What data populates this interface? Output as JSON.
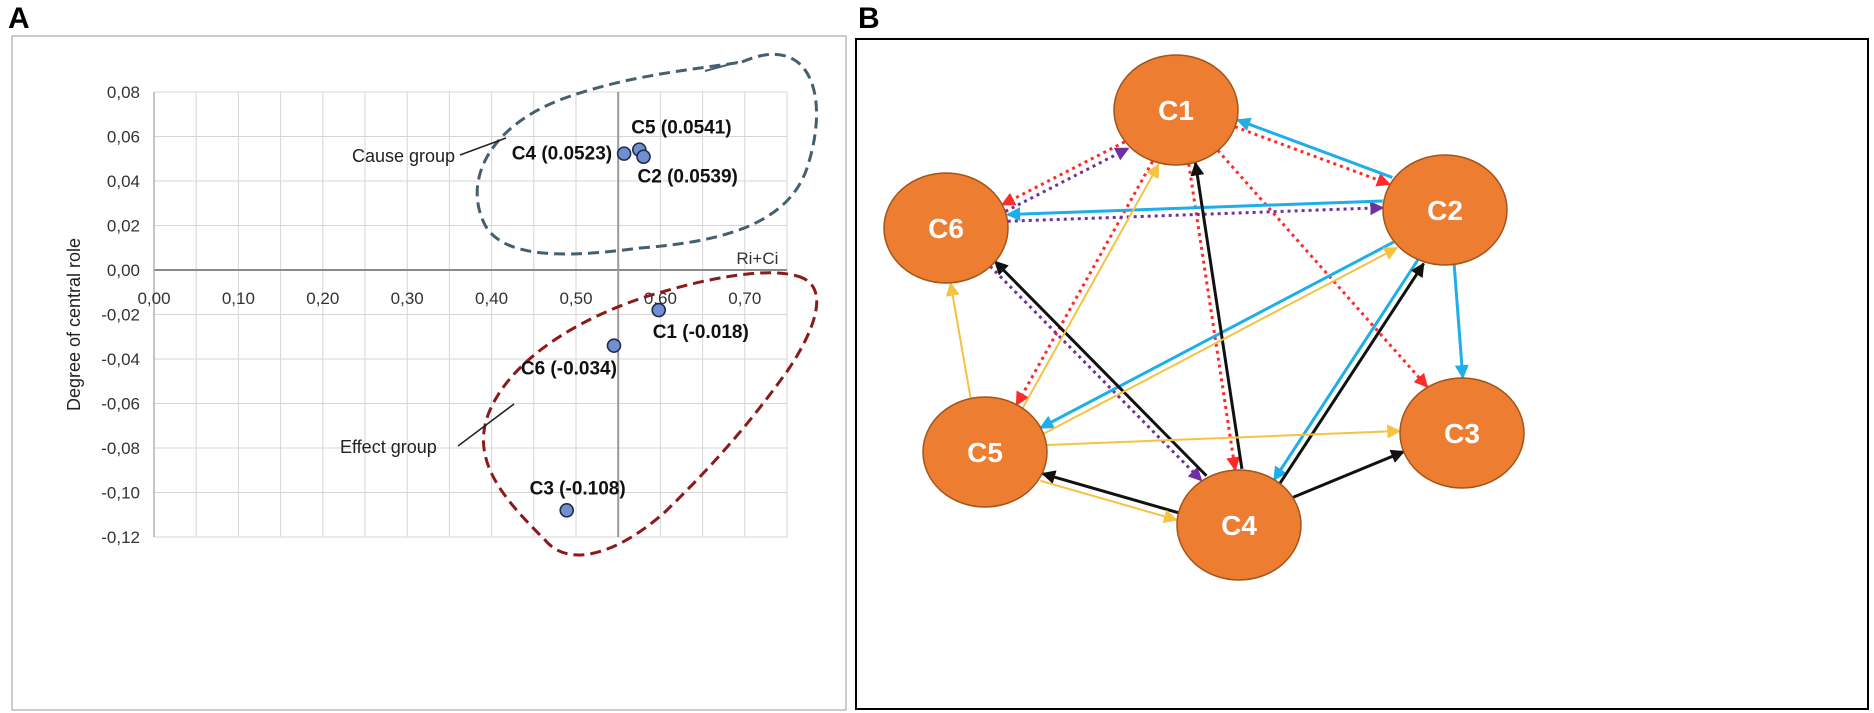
{
  "panels": {
    "a_letter": "A",
    "b_letter": "B"
  },
  "chart_data": [
    {
      "type": "scatter",
      "title": "",
      "xlabel": "Ri+Ci",
      "ylabel": "Degree of central role",
      "xlim": [
        0,
        0.75
      ],
      "ylim": [
        -0.12,
        0.08
      ],
      "grid": true,
      "x_ticks": [
        "0,00",
        "0,10",
        "0,20",
        "0,30",
        "0,40",
        "0,50",
        "0,60",
        "0,70"
      ],
      "y_ticks": [
        "0,08",
        "0,06",
        "0,04",
        "0,02",
        "0,00",
        "-0,02",
        "-0,04",
        "-0,06",
        "-0,08",
        "-0,10",
        "-0,12"
      ],
      "points": [
        {
          "id": "C5",
          "x": 0.575,
          "y": 0.0541,
          "label": "C5 (0.0541)"
        },
        {
          "id": "C4",
          "x": 0.557,
          "y": 0.0523,
          "label": "C4 (0.0523)"
        },
        {
          "id": "C2",
          "x": 0.58,
          "y": 0.0509,
          "label": "C2 (0.0539)"
        },
        {
          "id": "C1",
          "x": 0.598,
          "y": -0.018,
          "label": "C1 (-0.018)"
        },
        {
          "id": "C6",
          "x": 0.545,
          "y": -0.034,
          "label": "C6 (-0.034)"
        },
        {
          "id": "C3",
          "x": 0.489,
          "y": -0.108,
          "label": "C3 (-0.108)"
        }
      ],
      "groups": [
        {
          "name": "Cause group",
          "color": "#44606f",
          "members": [
            "C4",
            "C5",
            "C2"
          ]
        },
        {
          "name": "Effect group",
          "color": "#8b1a1a",
          "members": [
            "C1",
            "C6",
            "C3"
          ]
        }
      ],
      "point_color": "#6f8fd0"
    },
    {
      "type": "diagram",
      "nodes": [
        "C1",
        "C2",
        "C3",
        "C4",
        "C5",
        "C6"
      ],
      "node_color": "#ed7d31",
      "edge_styles": {
        "red": {
          "color": "#ff2a2a",
          "dash": true
        },
        "purple": {
          "color": "#7030a0",
          "dash": true
        },
        "blue": {
          "color": "#1eaee8",
          "dash": false
        },
        "black": {
          "color": "#111111",
          "dash": false
        },
        "yellow": {
          "color": "#f5c242",
          "dash": false
        }
      },
      "edges": [
        {
          "from": "C1",
          "to": "C6",
          "style": "red"
        },
        {
          "from": "C1",
          "to": "C2",
          "style": "red"
        },
        {
          "from": "C1",
          "to": "C5",
          "style": "red"
        },
        {
          "from": "C1",
          "to": "C4",
          "style": "red"
        },
        {
          "from": "C1",
          "to": "C3",
          "style": "red"
        },
        {
          "from": "C6",
          "to": "C1",
          "style": "purple"
        },
        {
          "from": "C6",
          "to": "C2",
          "style": "purple"
        },
        {
          "from": "C6",
          "to": "C4",
          "style": "purple"
        },
        {
          "from": "C2",
          "to": "C1",
          "style": "blue"
        },
        {
          "from": "C2",
          "to": "C6",
          "style": "blue"
        },
        {
          "from": "C2",
          "to": "C5",
          "style": "blue"
        },
        {
          "from": "C2",
          "to": "C4",
          "style": "blue"
        },
        {
          "from": "C2",
          "to": "C3",
          "style": "blue"
        },
        {
          "from": "C4",
          "to": "C1",
          "style": "black"
        },
        {
          "from": "C4",
          "to": "C6",
          "style": "black"
        },
        {
          "from": "C4",
          "to": "C2",
          "style": "black"
        },
        {
          "from": "C4",
          "to": "C5",
          "style": "black"
        },
        {
          "from": "C4",
          "to": "C3",
          "style": "black"
        },
        {
          "from": "C5",
          "to": "C6",
          "style": "yellow"
        },
        {
          "from": "C5",
          "to": "C1",
          "style": "yellow"
        },
        {
          "from": "C5",
          "to": "C2",
          "style": "yellow"
        },
        {
          "from": "C5",
          "to": "C3",
          "style": "yellow"
        },
        {
          "from": "C5",
          "to": "C4",
          "style": "yellow"
        }
      ]
    }
  ]
}
